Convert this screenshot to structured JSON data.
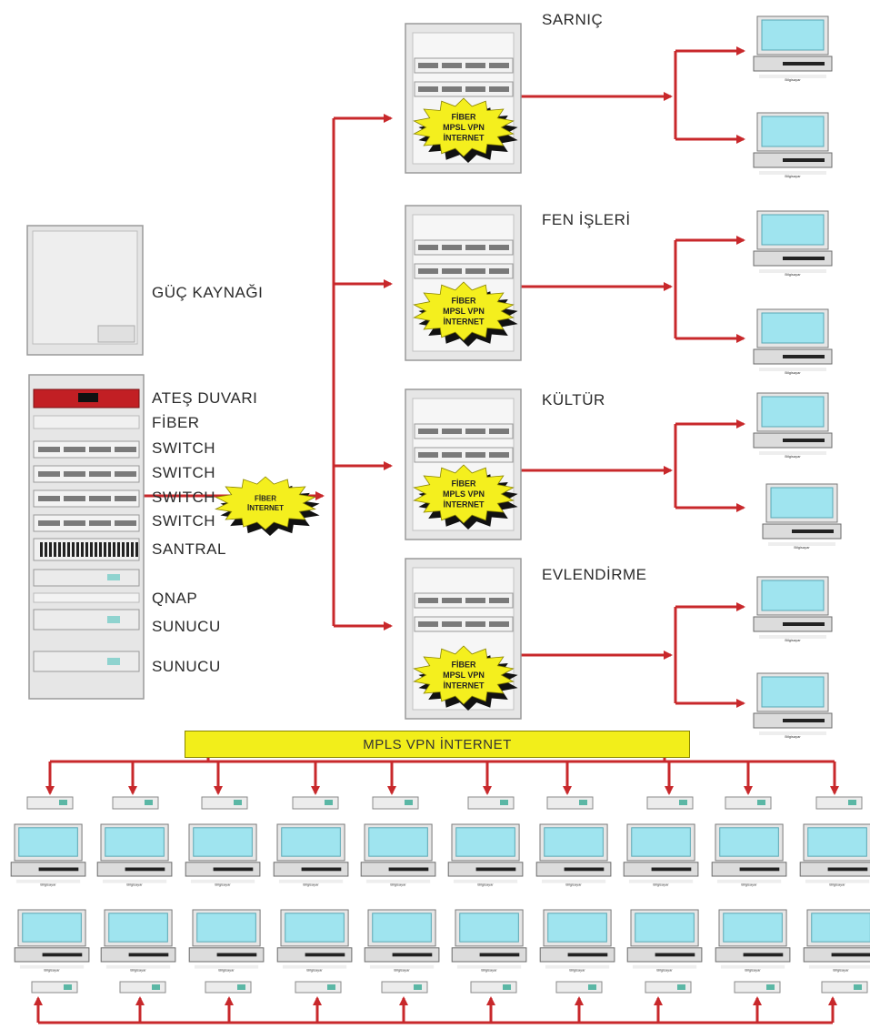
{
  "main_rack": {
    "power_label": "GÜÇ KAYNAĞI",
    "devices": [
      "ATEŞ DUVARI",
      "FİBER",
      "SWITCH",
      "SWITCH",
      "SWITCH",
      "SWITCH",
      "SANTRAL",
      "QNAP",
      "SUNUCU",
      "SUNUCU"
    ],
    "uplink_badge": [
      "FİBER",
      "İNTERNET"
    ]
  },
  "sites": [
    {
      "name": "SARNIÇ",
      "badge": [
        "FİBER",
        "MPSL VPN",
        "İNTERNET"
      ]
    },
    {
      "name": "FEN İŞLERİ",
      "badge": [
        "FİBER",
        "MPSL VPN",
        "İNTERNET"
      ]
    },
    {
      "name": "KÜLTÜR",
      "badge": [
        "FİBER",
        "MPLS VPN",
        "İNTERNET"
      ]
    },
    {
      "name": "EVLENDİRME",
      "badge": [
        "FİBER",
        "MPSL VPN",
        "İNTERNET"
      ]
    }
  ],
  "computer_caption": "Bilgisayar",
  "bus_label": "MPLS VPN İNTERNET",
  "colors": {
    "arrow": "#c8282b",
    "badge_fill": "#f4ef1e",
    "badge_shadow": "#111111",
    "bus_fill": "#f2ee1a",
    "rack": "#e6e6e6",
    "screen": "#9fe4ef",
    "firewall": "#c21f24"
  }
}
